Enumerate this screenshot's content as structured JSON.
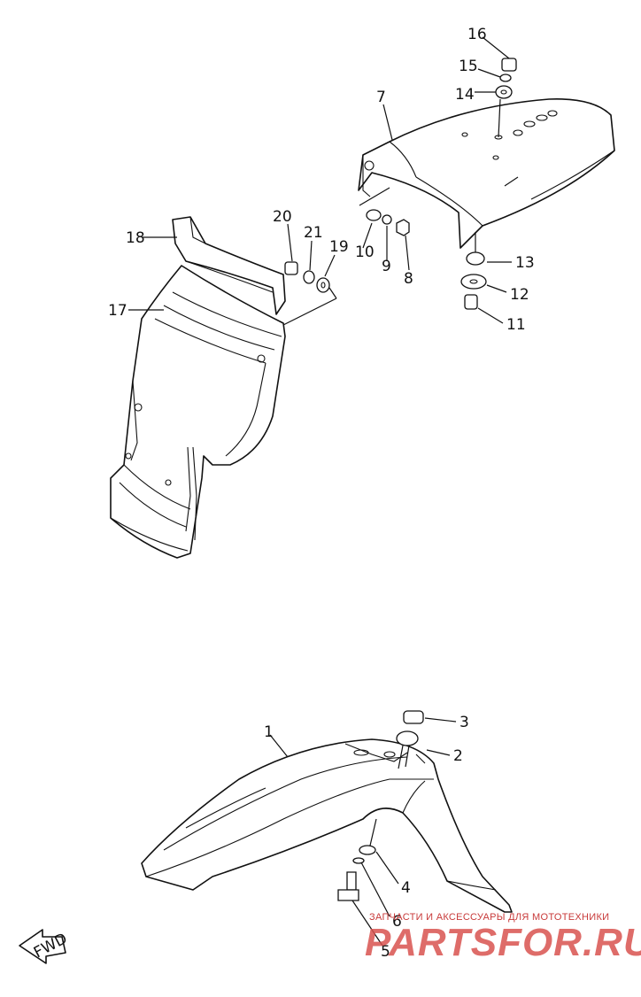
{
  "diagram": {
    "parts": {
      "p1": "1",
      "p2": "2",
      "p3": "3",
      "p4": "4",
      "p5": "5",
      "p6": "6",
      "p7": "7",
      "p8": "8",
      "p9": "9",
      "p10": "10",
      "p11": "11",
      "p12": "12",
      "p13": "13",
      "p14": "14",
      "p15": "15",
      "p16": "16",
      "p17": "17",
      "p18": "18",
      "p19": "19",
      "p20": "20",
      "p21": "21"
    },
    "fwd_label": "FWD"
  },
  "watermark": {
    "tagline": "ЗАПЧАСТИ И АКСЕССУАРЫ ДЛЯ МОТОТЕХНИКИ",
    "brand": "PARTSFOR.RU"
  }
}
